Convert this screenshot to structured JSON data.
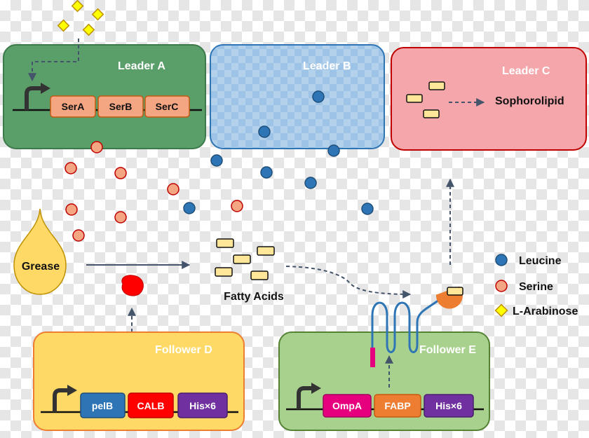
{
  "boxes": {
    "leader_a": {
      "label": "Leader A",
      "color": "#5a9e6a"
    },
    "leader_b": {
      "label": "Leader B",
      "color": "#9dc3e6"
    },
    "leader_c": {
      "label": "Leader C",
      "color": "#f4a6ab"
    },
    "follower_d": {
      "label": "Follower D",
      "color": "#ffd966"
    },
    "follower_e": {
      "label": "Follower E",
      "color": "#a9d18e"
    }
  },
  "genes": {
    "sera": "SerA",
    "serb": "SerB",
    "serc": "SerC",
    "pelb": "pelB",
    "calb": "CALB",
    "his_d": "His×6",
    "ompa": "OmpA",
    "fabp": "FABP",
    "his_e": "His×6"
  },
  "labels": {
    "sophorolipid": "Sophorolipid",
    "grease": "Grease",
    "fatty_acids": "Fatty Acids"
  },
  "legend": [
    {
      "label": "Leucine",
      "shape": "circle",
      "color": "#2e75b6"
    },
    {
      "label": "Serine",
      "shape": "circle",
      "color": "#f4a582"
    },
    {
      "label": "L-Arabinose",
      "shape": "diamond",
      "color": "#ffff00"
    }
  ],
  "colors": {
    "leucine": "#2e75b6",
    "serine": "#f4a582",
    "arabinose": "#ffff00",
    "fatty_acid": "#ffe699",
    "calb_enzyme": "#ff0000",
    "fabp_protein": "#ed7d31",
    "arrow": "#44546a"
  }
}
